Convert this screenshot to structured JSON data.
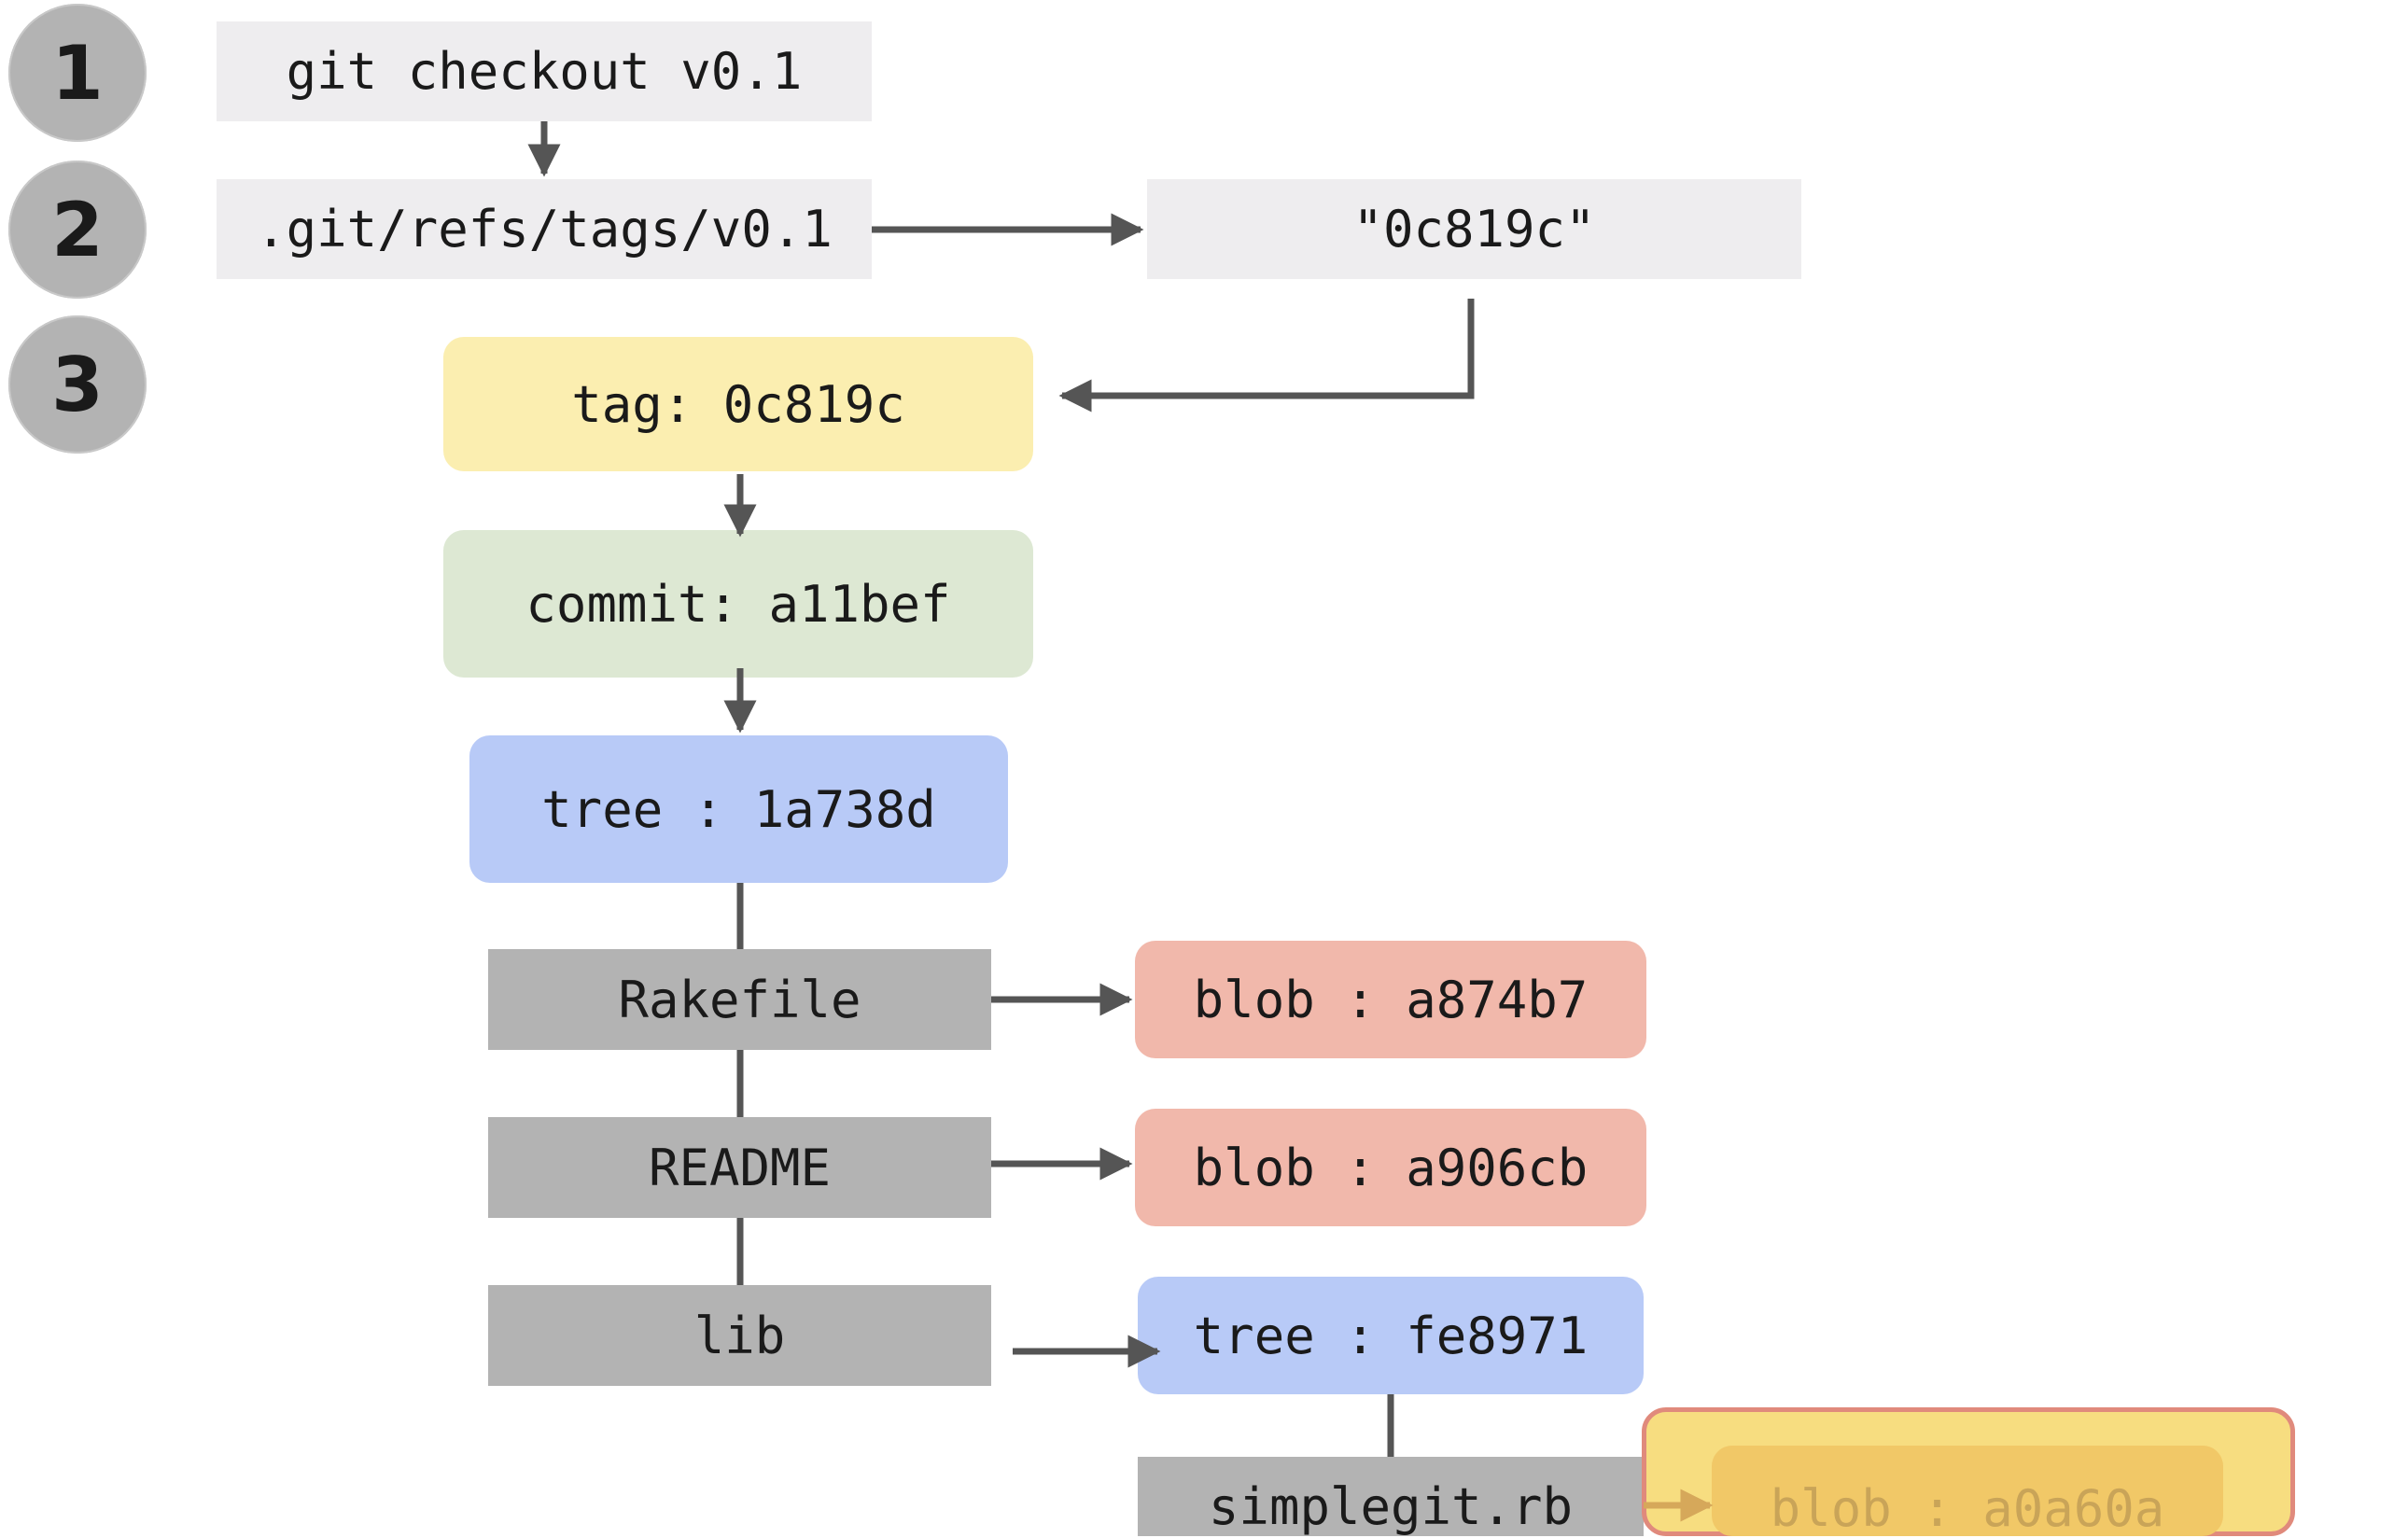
{
  "steps": [
    "1",
    "2",
    "3"
  ],
  "commands": {
    "checkout": "git checkout v0.1",
    "ref_path": ".git/refs/tags/v0.1",
    "ref_value": "\"0c819c\""
  },
  "objects": {
    "tag": "tag: 0c819c",
    "commit": "commit: a11bef",
    "root_tree": "tree : 1a738d",
    "lib_tree": "tree : fe8971",
    "blob_rakefile": "blob : a874b7",
    "blob_readme": "blob : a906cb",
    "blob_simplegit": "blob : a0a60a"
  },
  "entries": {
    "rakefile": "Rakefile",
    "readme": "README",
    "lib": "lib",
    "simplegit": "simplegit.rb"
  },
  "colors": {
    "command_bg": "#eeedef",
    "tag": "#fbeeb0",
    "commit": "#dde8d3",
    "tree": "#b8caf7",
    "blob": "#f1b8ab",
    "entry": "#b3b3b3",
    "highlight": "#f7dd80",
    "arrow": "#555555"
  }
}
